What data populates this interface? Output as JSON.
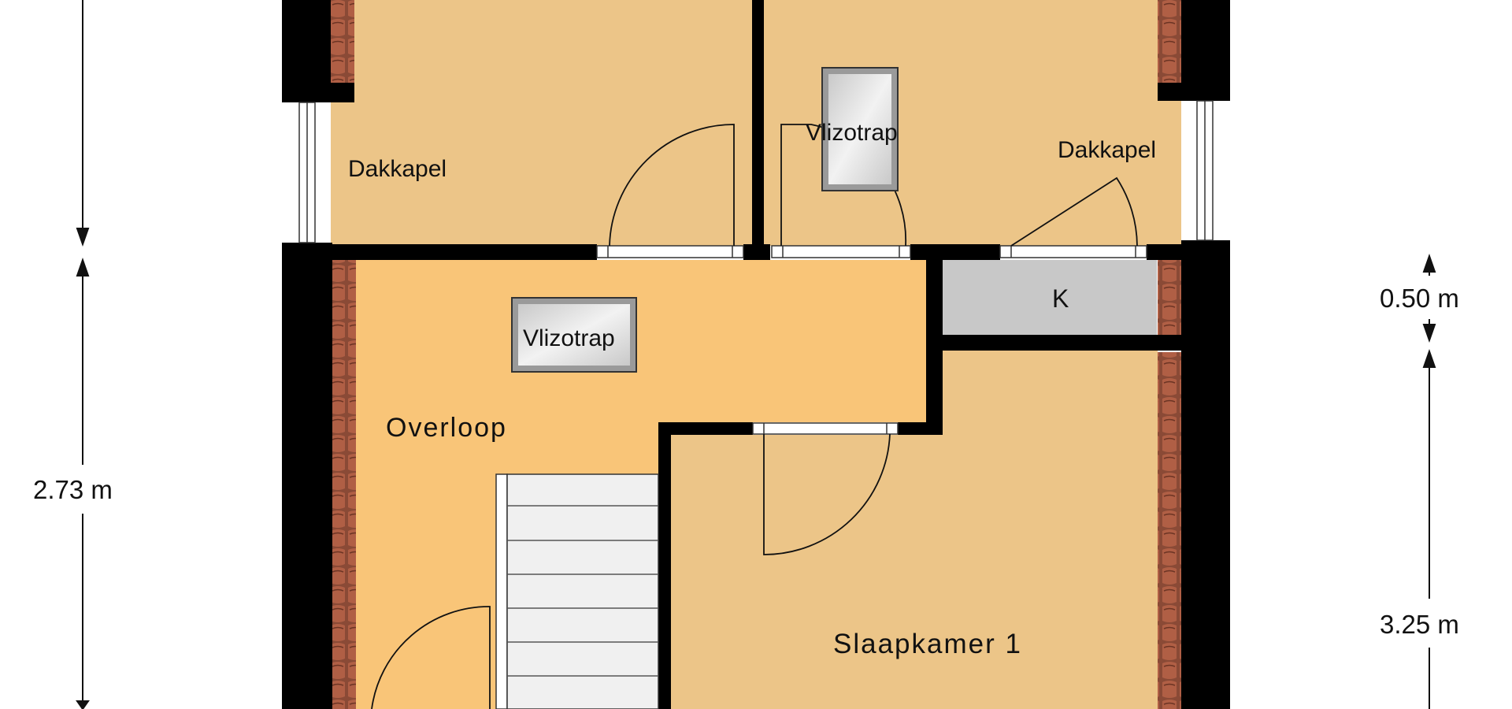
{
  "rooms": {
    "dakkapel_left": "Dakkapel",
    "dakkapel_right": "Dakkapel",
    "vlizotrap_top": "Vlizotrap",
    "vlizotrap_landing": "Vlizotrap",
    "overloop": "Overloop",
    "cupboard": "K",
    "bedroom": "Slaapkamer 1"
  },
  "dimensions": {
    "left": "2.73 m",
    "right_small": "0.50 m",
    "right_large": "3.25 m"
  },
  "colors": {
    "room_fill": "#ECC588",
    "landing_fill": "#F9C578",
    "storage_fill": "#C8C8C8",
    "wall": "#000000",
    "roof_tile": "#A65A44",
    "hatch_fill": "#E2E2E2",
    "stair_fill": "#F0F0F0"
  }
}
